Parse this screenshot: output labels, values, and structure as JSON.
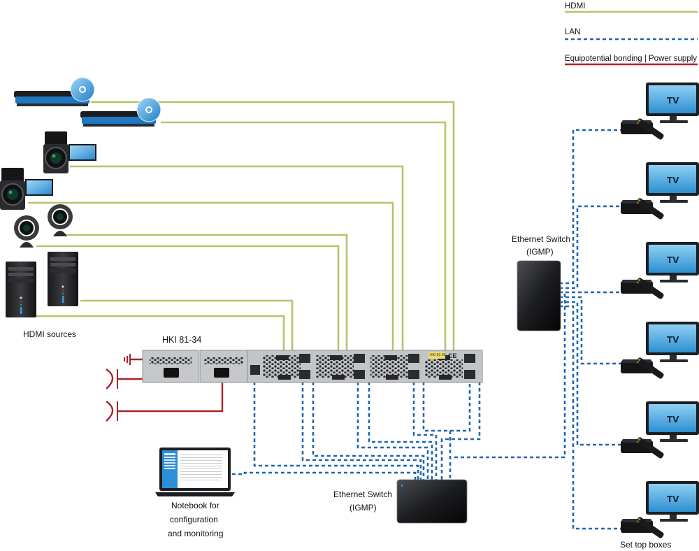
{
  "legend": {
    "items": [
      {
        "label": "HDMI",
        "line": "solid",
        "color": "#b5c46a"
      },
      {
        "label": "LAN",
        "line": "dotted",
        "color": "#1f66b0"
      },
      {
        "label": "Equipotential bonding | Power supply",
        "line": "solid",
        "color": "#a8232a"
      }
    ]
  },
  "labels": {
    "hdmi_sources": "HDMI sources",
    "device_model": "HKI 81-34",
    "device_badge": "HKI 81-35",
    "ce_mark": "CE",
    "notebook_line1": "Notebook for",
    "notebook_line2": "configuration",
    "notebook_line3": "and monitoring",
    "switch_bottom_line1": "Ethernet Switch",
    "switch_bottom_line2": "(IGMP)",
    "switch_right_line1": "Ethernet Switch",
    "switch_right_line2": "(IGMP)",
    "set_top_boxes": "Set top boxes",
    "tv_label": "TV"
  },
  "sources": [
    {
      "type": "blu-ray-player"
    },
    {
      "type": "blu-ray-player"
    },
    {
      "type": "camcorder"
    },
    {
      "type": "camcorder"
    },
    {
      "type": "webcam"
    },
    {
      "type": "webcam"
    },
    {
      "type": "pc-tower"
    },
    {
      "type": "pc-tower"
    }
  ],
  "tv_count": 6,
  "colors": {
    "hdmi": "#b5c46a",
    "lan": "#1f66b0",
    "power": "#a8232a",
    "device_body": "#b9bcc0",
    "tv_screen": "#3fa4e0"
  }
}
